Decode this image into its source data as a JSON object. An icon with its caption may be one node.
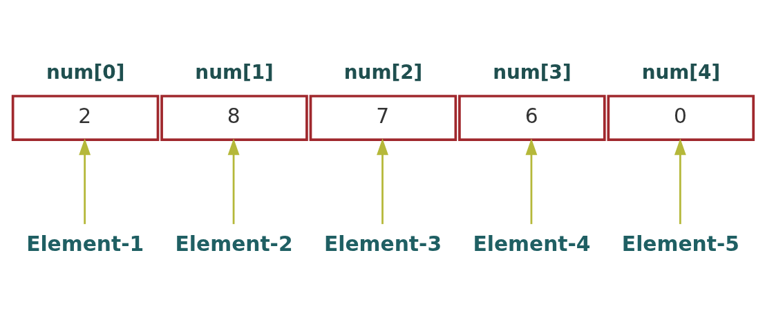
{
  "diagram": {
    "nodes": [
      {
        "text": [
          "2"
        ],
        "beside": [
          "num[0]"
        ]
      },
      {
        "text": [
          "8"
        ],
        "beside": [
          "num[1]"
        ]
      },
      {
        "text": [
          "7"
        ],
        "beside": [
          "num[2]"
        ]
      },
      {
        "text": [
          "6"
        ],
        "beside": [
          "num[3]"
        ]
      },
      {
        "text": [
          "0"
        ],
        "beside": [
          "num[4]"
        ]
      },
      {
        "text": [
          "Element-1"
        ]
      },
      {
        "text": [
          "Element-2"
        ]
      },
      {
        "text": [
          "Element-3"
        ]
      },
      {
        "text": [
          "Element-4"
        ]
      },
      {
        "text": [
          "Element-5"
        ]
      }
    ],
    "edges": [
      {
        "from": 5,
        "to": 0,
        "arrow": "to"
      },
      {
        "from": 6,
        "to": 1,
        "arrow": "to"
      },
      {
        "from": 7,
        "to": 2,
        "arrow": "to"
      },
      {
        "from": 8,
        "to": 3,
        "arrow": "to"
      },
      {
        "from": 9,
        "to": 4,
        "arrow": "to"
      }
    ]
  }
}
